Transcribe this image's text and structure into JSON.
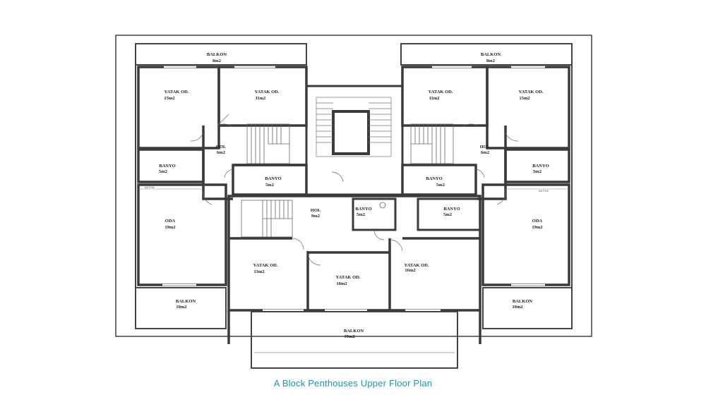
{
  "caption": "A Block Penthouses Upper Floor Plan",
  "colors": {
    "caption": "#1a9aa0",
    "wall": "#3a3a3a",
    "line": "#555555"
  },
  "rooms": {
    "balkon_top_left": {
      "name": "BALKON",
      "area": "8m2"
    },
    "balkon_top_right": {
      "name": "BALKON",
      "area": "8m2"
    },
    "yatak_tl_1": {
      "name": "YATAK OD.",
      "area": "15m2"
    },
    "yatak_tl_2": {
      "name": "YATAK OD.",
      "area": "11m2"
    },
    "yatak_tr_1": {
      "name": "YATAK OD.",
      "area": "11m2"
    },
    "yatak_tr_2": {
      "name": "YATAK OD.",
      "area": "15m2"
    },
    "hol_left": {
      "name": "HOL",
      "area": "6m2"
    },
    "hol_right": {
      "name": "HOL",
      "area": "6m2"
    },
    "banyo_left_small": {
      "name": "BANYO",
      "area": "5m2"
    },
    "banyo_left_mid": {
      "name": "BANYO",
      "area": "5m2"
    },
    "banyo_right_mid": {
      "name": "BANYO",
      "area": "5m2"
    },
    "banyo_right_small": {
      "name": "BANYO",
      "area": "5m2"
    },
    "oda_left": {
      "name": "ODA",
      "area": "19m2"
    },
    "oda_right": {
      "name": "ODA",
      "area": "19m2"
    },
    "hol_center": {
      "name": "HOL",
      "area": "9m2"
    },
    "banyo_center_1": {
      "name": "BANYO",
      "area": "5m2"
    },
    "banyo_center_2": {
      "name": "BANYO",
      "area": "5m2"
    },
    "yatak_c_1": {
      "name": "YATAK OD.",
      "area": "13m2"
    },
    "yatak_c_2": {
      "name": "YATAK OD.",
      "area": "10m2"
    },
    "yatak_c_3": {
      "name": "YATAK OD.",
      "area": "16m2"
    },
    "balkon_bottom_left": {
      "name": "BALKON",
      "area": "10m2"
    },
    "balkon_bottom_right": {
      "name": "BALKON",
      "area": "10m2"
    },
    "balkon_bottom_center": {
      "name": "BALKON",
      "area": "19m2"
    }
  },
  "small_labels": {
    "left": "MUTFAK",
    "right": "MUTFAK"
  }
}
